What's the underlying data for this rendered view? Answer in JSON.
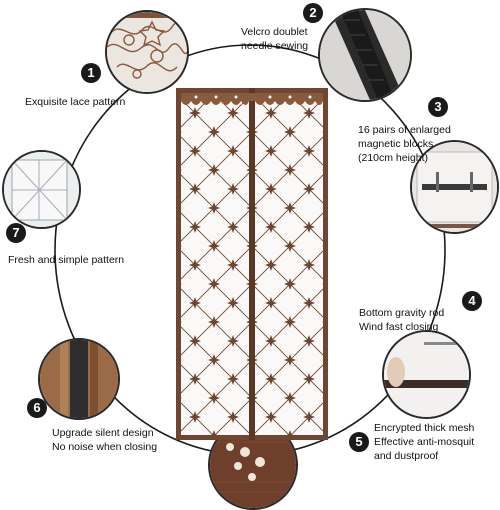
{
  "features": [
    {
      "num": "1",
      "lines": [
        "Exquisite lace pattern"
      ]
    },
    {
      "num": "2",
      "lines": [
        "Velcro doublet",
        "needle sewing"
      ]
    },
    {
      "num": "3",
      "lines": [
        "16 pairs of enlarged",
        "magnetic blocks",
        "(210cm height)"
      ]
    },
    {
      "num": "4",
      "lines": [
        "Bottom gravity rod",
        "Wind fast closing"
      ]
    },
    {
      "num": "5",
      "lines": [
        "Encrypted thick mesh",
        "Effective anti-mosquit",
        "and dustproof"
      ]
    },
    {
      "num": "6",
      "lines": [
        "Upgrade silent design",
        "No noise when closing"
      ]
    },
    {
      "num": "7",
      "lines": [
        "Fresh and simple pattern"
      ]
    }
  ],
  "colors": {
    "brown": "#6e4631",
    "lace": "#8a5a3c",
    "ring": "#2a2a2a",
    "badge": "#1a1a1a"
  }
}
